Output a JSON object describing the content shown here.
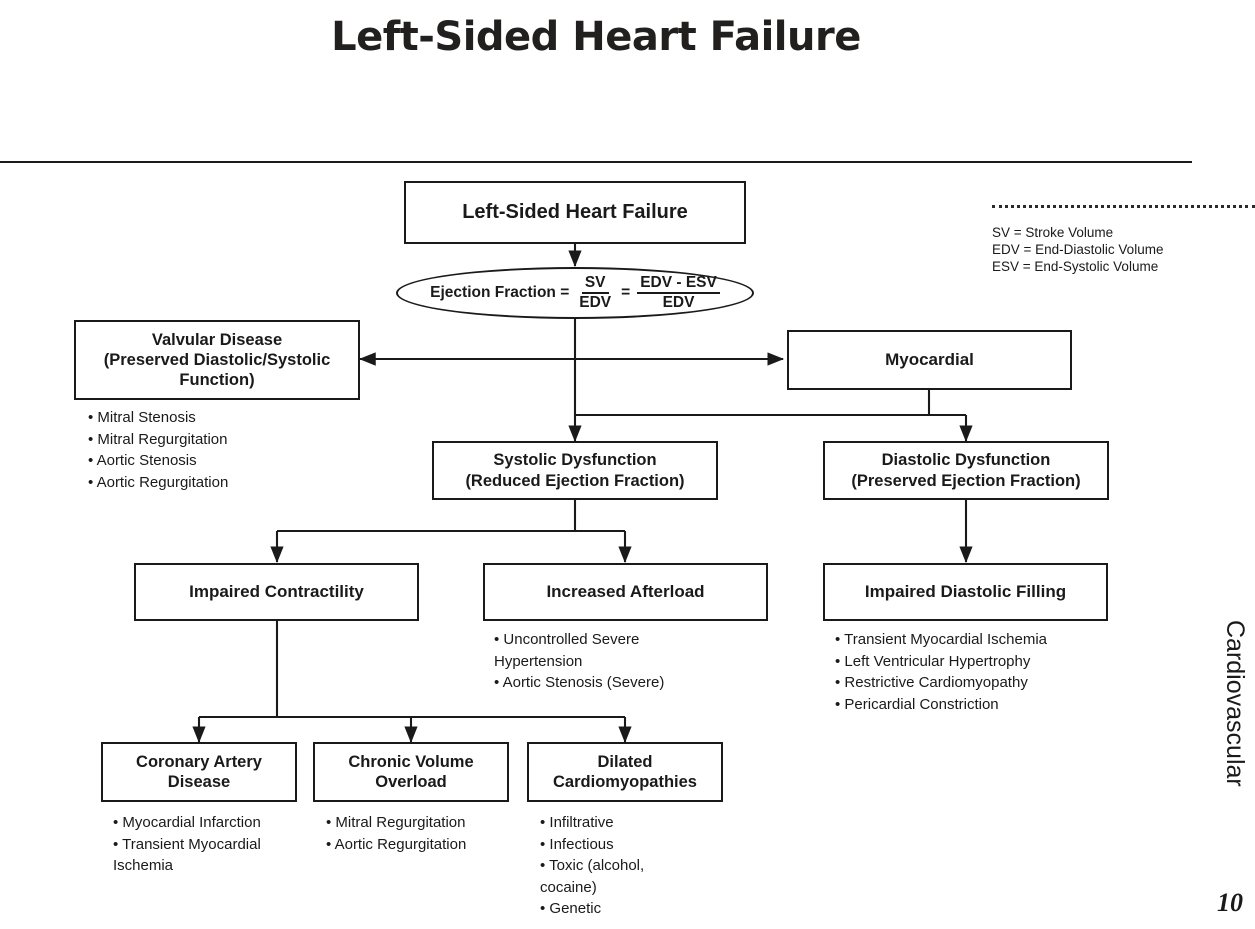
{
  "slide": {
    "title": "Left-Sided Heart Failure",
    "side_label": "Cardiovascular",
    "page_number": "10"
  },
  "legend": {
    "items": [
      "SV = Stroke Volume",
      "EDV = End-Diastolic Volume",
      "ESV = End-Systolic Volume"
    ]
  },
  "diagram": {
    "type": "flowchart",
    "root": {
      "label": "Left-Sided Heart Failure"
    },
    "formula": {
      "lead": "Ejection Fraction =",
      "frac1_numerator": "SV",
      "frac1_denominator": "EDV",
      "equals": "=",
      "frac2_numerator": "EDV - ESV",
      "frac2_denominator": "EDV"
    },
    "nodes": {
      "valvular": {
        "lines": [
          "Valvular Disease",
          "(Preserved Diastolic/Systolic",
          "Function)"
        ],
        "bullets": [
          "• Mitral Stenosis",
          "• Mitral Regurgitation",
          "• Aortic Stenosis",
          "• Aortic Regurgitation"
        ]
      },
      "myocardial": {
        "lines": [
          "Myocardial"
        ],
        "bullets": []
      },
      "systolic": {
        "lines": [
          "Systolic Dysfunction",
          "(Reduced Ejection Fraction)"
        ],
        "bullets": []
      },
      "diastolic": {
        "lines": [
          "Diastolic Dysfunction",
          "(Preserved Ejection Fraction)"
        ],
        "bullets": []
      },
      "impaired_contractility": {
        "lines": [
          "Impaired Contractility"
        ],
        "bullets": []
      },
      "increased_afterload": {
        "lines": [
          "Increased Afterload"
        ],
        "bullets": [
          "• Uncontrolled Severe",
          "Hypertension",
          "• Aortic Stenosis (Severe)"
        ]
      },
      "impaired_filling": {
        "lines": [
          "Impaired Diastolic Filling"
        ],
        "bullets": [
          "• Transient Myocardial Ischemia",
          "• Left Ventricular Hypertrophy",
          "• Restrictive Cardiomyopathy",
          "• Pericardial Constriction"
        ]
      },
      "coronary": {
        "lines": [
          "Coronary Artery",
          "Disease"
        ],
        "bullets": [
          "• Myocardial Infarction",
          "• Transient Myocardial",
          "Ischemia"
        ]
      },
      "chronic_volume": {
        "lines": [
          "Chronic Volume",
          "Overload"
        ],
        "bullets": [
          "• Mitral Regurgitation",
          "• Aortic Regurgitation"
        ]
      },
      "dilated": {
        "lines": [
          "Dilated",
          "Cardiomyopathies"
        ],
        "bullets": [
          "• Infiltrative",
          "• Infectious",
          "• Toxic (alcohol,",
          "cocaine)",
          "• Genetic"
        ]
      }
    }
  },
  "colors": {
    "stroke": "#1a1a1a",
    "background": "#ffffff",
    "title": "#221f1f"
  }
}
